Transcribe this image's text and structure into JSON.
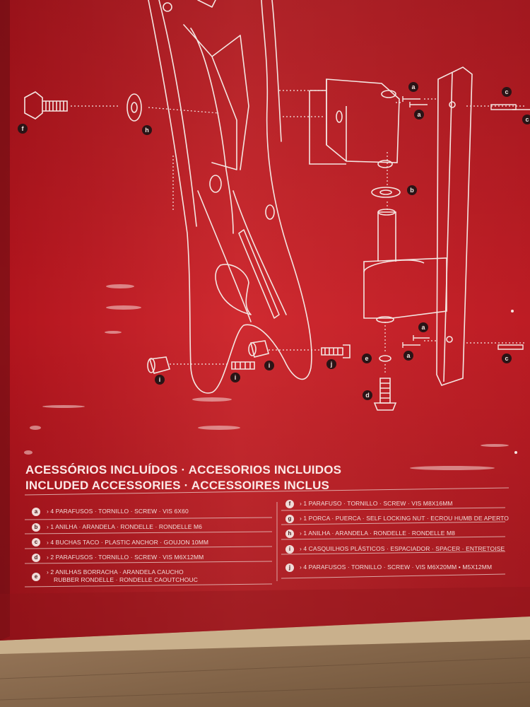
{
  "accessories": {
    "heading_line1": "ACESSÓRIOS INCLUÍDOS · ACCESORIOS INCLUIDOS",
    "heading_line2": "INCLUDED ACCESSORIES · ACCESSOIRES INCLUS",
    "left_items": [
      {
        "letter": "a",
        "text": "› 4 PARAFUSOS · TORNILLO · SCREW · VIS 6X60"
      },
      {
        "letter": "b",
        "text": "› 1 ANILHA · ARANDELA · RONDELLE · RONDELLE M6"
      },
      {
        "letter": "c",
        "text": "› 4 BUCHAS TACO · PLASTIC ANCHOR · GOUJON 10MM"
      },
      {
        "letter": "d",
        "text": "› 2 PARAFUSOS · TORNILLO · SCREW · VIS M6X12MM"
      },
      {
        "letter": "e",
        "text": "› 2 ANILHAS BORRACHA · ARANDELA CAUCHO",
        "text2": "RUBBER RONDELLE · RONDELLE CAOUTCHOUC"
      }
    ],
    "right_items": [
      {
        "letter": "f",
        "text": "› 1 PARAFUSO · TORNILLO · SCREW · VIS M8X16MM"
      },
      {
        "letter": "g",
        "text": "› 1 PORCA · PUERCA · SELF LOCKING NUT · ECROU HUMB DE APERTO"
      },
      {
        "letter": "h",
        "text": "› 1 ANILHA · ARANDELA · RONDELLE · RONDELLE M8"
      },
      {
        "letter": "i",
        "text": "› 4 CASQUILHOS PLÁSTICOS · ESPACIADOR · SPACER · ENTRETOISE"
      },
      {
        "letter": "j",
        "text": "› 4 PARAFUSOS · TORNILLO · SCREW · VIS M6X20MM • M5X12MM"
      }
    ]
  },
  "diagram_letters": {
    "f": "f",
    "h": "h",
    "a_top": "a",
    "a_top2": "a",
    "c_top": "c",
    "c_top2": "c",
    "b": "b",
    "a_bot": "a",
    "a_bot2": "a",
    "c_bot": "c",
    "i_left": "i",
    "i_mid": "i",
    "i_right": "i",
    "j": "j",
    "e": "e",
    "d": "d"
  },
  "colors": {
    "box_red": "#c42027",
    "box_dark": "#7c1419",
    "line_art": "#f4e6e2",
    "floor": "#8a6a4f"
  }
}
